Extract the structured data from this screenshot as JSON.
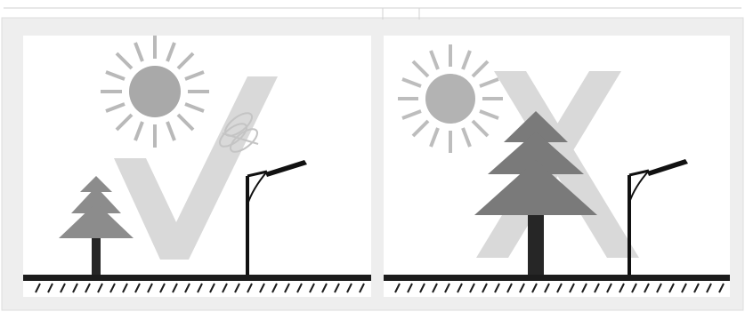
{
  "diagram": {
    "panels": [
      {
        "id": "correct",
        "verdict": "correct",
        "mark": "check-mark",
        "tree_size": "small",
        "elements": [
          "sun-icon",
          "check-mark-icon",
          "solar-panel-icon",
          "tree-icon",
          "solar-street-lamp-icon",
          "ground"
        ]
      },
      {
        "id": "incorrect",
        "verdict": "incorrect",
        "mark": "cross-mark",
        "tree_size": "large",
        "elements": [
          "sun-icon",
          "cross-mark-icon",
          "tree-icon",
          "solar-street-lamp-icon",
          "ground"
        ]
      }
    ],
    "colors": {
      "frame": "#eeeeee",
      "frame_edge": "#dcdcdc",
      "panel_bg": "#ffffff",
      "sun": "#a9a9a9",
      "mark": "#d9d9d9",
      "tree_small": "#8c8c8c",
      "tree_large": "#7a7a7a",
      "trunk": "#262626",
      "pole": "#111111",
      "ground": "#1c1c1c"
    }
  }
}
